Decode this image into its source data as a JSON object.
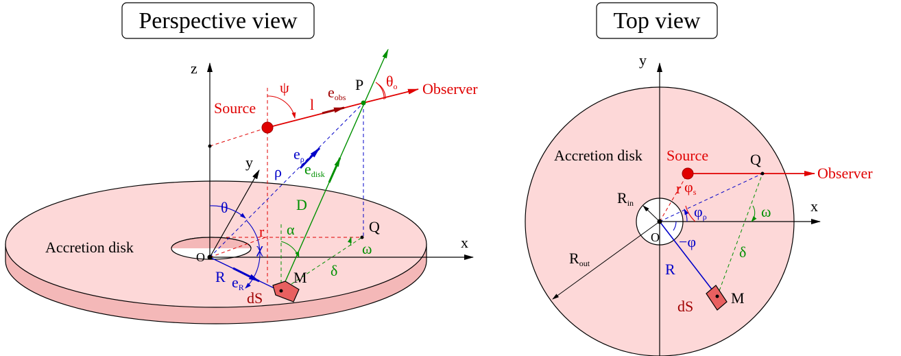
{
  "colors": {
    "disk_fill": "#fdd8d8",
    "disk_edge": "#f4b8b8",
    "source_red": "#e00000",
    "axis_black": "#000000",
    "blue": "#0000c8",
    "green": "#009000",
    "dark_red": "#a00000",
    "patch_fill": "#e86060"
  },
  "left": {
    "title": "Perspective view",
    "axis_z": "z",
    "axis_y": "y",
    "axis_x": "x",
    "source": "Source",
    "observer": "Observer",
    "accretion_disk": "Accretion disk",
    "point_P": "P",
    "point_Q": "Q",
    "point_M": "M",
    "origin_O": "O",
    "psi": "ψ",
    "l": "l",
    "e_obs_main": "e",
    "e_obs_sub": "obs",
    "theta_o_main": "θ",
    "theta_o_sub": "o",
    "e_rho_main": "e",
    "e_rho_sub": "ρ",
    "rho": "ρ",
    "e_disk_main": "e",
    "e_disk_sub": "disk",
    "D": "D",
    "theta": "θ",
    "r": "r",
    "chi": "χ",
    "alpha": "α",
    "omega": "ω",
    "delta": "δ",
    "R": "R",
    "e_R_main": "e",
    "e_R_sub": "R",
    "dS": "dS"
  },
  "right": {
    "title": "Top view",
    "axis_y": "y",
    "axis_x": "x",
    "accretion_disk": "Accretion disk",
    "source": "Source",
    "observer": "Observer",
    "point_Q": "Q",
    "point_M": "M",
    "origin_O": "O",
    "r": "r",
    "phi_s_main": "φ",
    "phi_s_sub": "s",
    "phi_rho_main": "φ",
    "phi_rho_sub": "ρ",
    "omega": "ω",
    "R_in_main": "R",
    "R_in_sub": "in",
    "R_out_main": "R",
    "R_out_sub": "out",
    "neg_phi": "−φ",
    "delta": "δ",
    "R": "R",
    "dS": "dS"
  }
}
